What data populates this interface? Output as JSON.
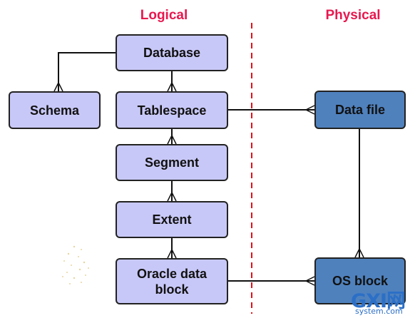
{
  "headings": {
    "logical": "Logical",
    "physical": "Physical"
  },
  "nodes": {
    "database": "Database",
    "schema": "Schema",
    "tablespace": "Tablespace",
    "segment": "Segment",
    "extent": "Extent",
    "oracle_data_block": "Oracle data block",
    "data_file": "Data file",
    "os_block": "OS block"
  },
  "colors": {
    "heading": "#e8174f",
    "logical_fill": "#c8c8f8",
    "physical_fill": "#4f81bd",
    "divider": "#e0101a"
  },
  "watermark": {
    "text": "GXI网",
    "sub": "system.com"
  }
}
